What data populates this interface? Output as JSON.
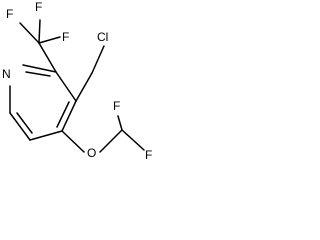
{
  "molecule": {
    "atoms": {
      "f_top_left": "F",
      "f_top_mid": "F",
      "f_top_right": "F",
      "n_ring": "N",
      "cl": "Cl",
      "o_ether": "O",
      "f_bottom_left": "F",
      "f_bottom_right": "F"
    }
  }
}
